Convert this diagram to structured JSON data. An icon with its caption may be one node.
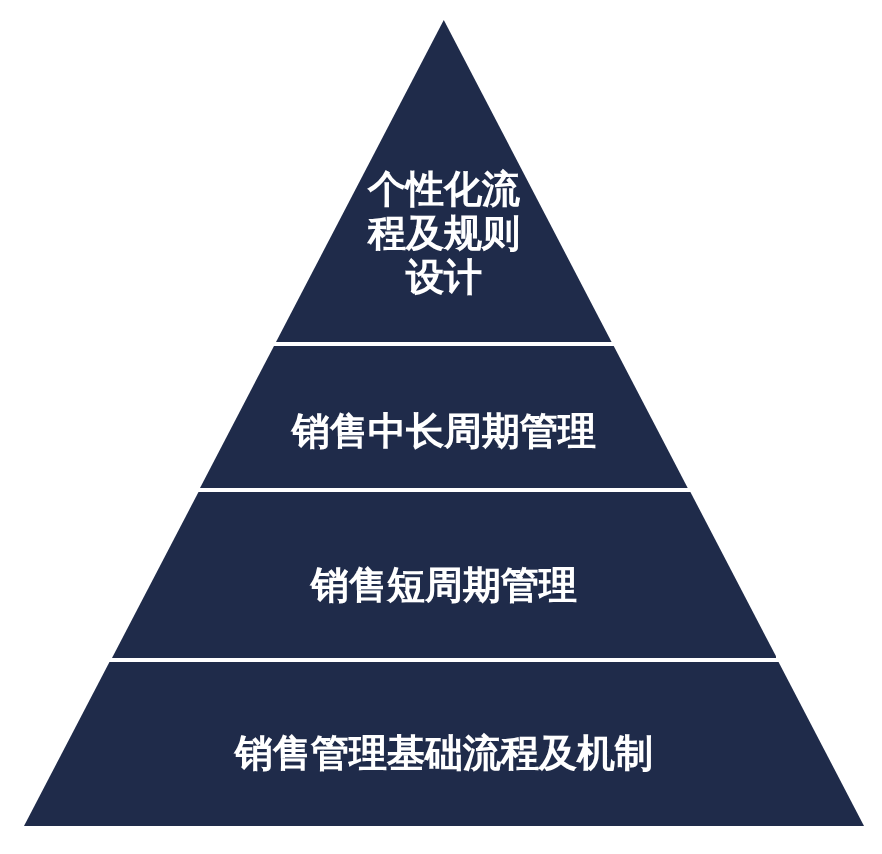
{
  "diagram": {
    "nodes": [
      {
        "text": [
          "个性化流程及规则设计"
        ]
      },
      {
        "text": [
          "销售中长周期管理"
        ]
      },
      {
        "text": [
          "销售短周期管理"
        ]
      },
      {
        "text": [
          "销售管理基础流程及机制"
        ]
      }
    ]
  }
}
